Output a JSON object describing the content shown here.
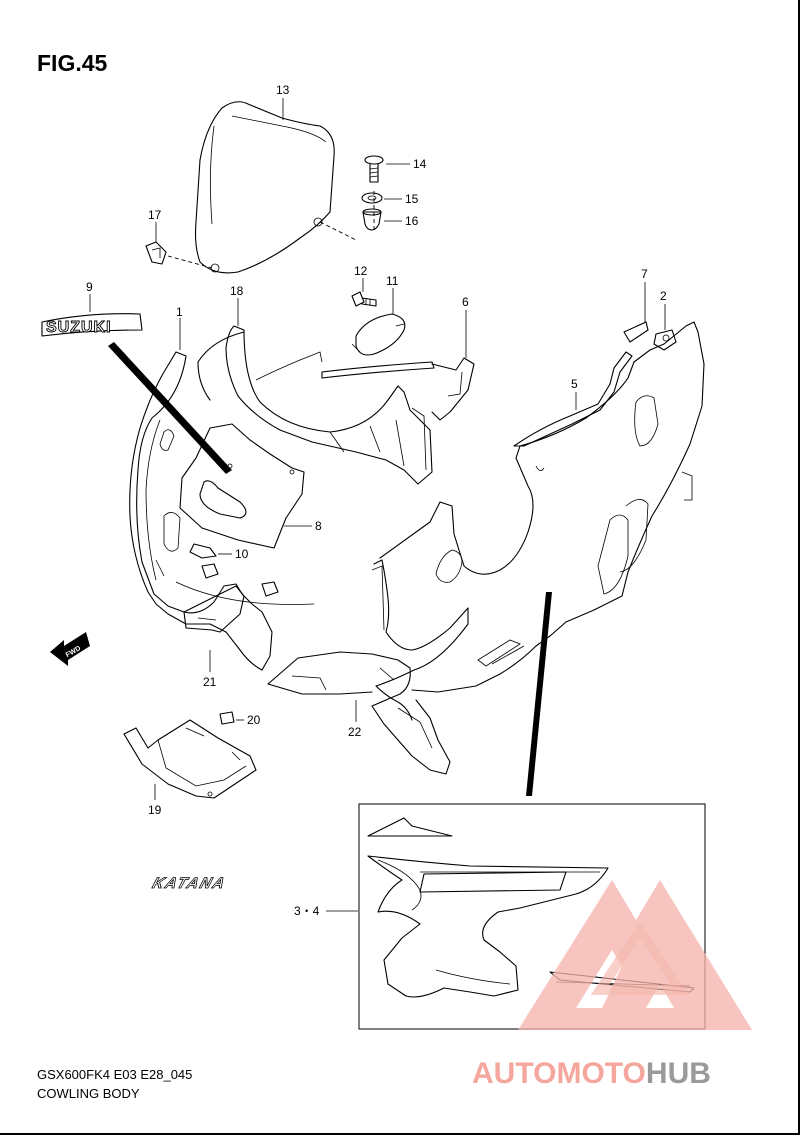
{
  "figure": {
    "title": "FIG.45"
  },
  "footer": {
    "model_code": "GSX600FK4 E03 E28_045",
    "section_name": "COWLING BODY"
  },
  "brand_emblem": "SUZUKI",
  "decal_text": "KATANA",
  "fwd_label": "FWD",
  "watermark": {
    "part1": "AUTOMOTO",
    "part2": "HUB",
    "color_primary": "#f4a29a",
    "color_secondary": "#9e9e9e"
  },
  "callouts": {
    "c1": "1",
    "c2": "2",
    "c34": "3・4",
    "c5": "5",
    "c6": "6",
    "c7": "7",
    "c8": "8",
    "c9": "9",
    "c10": "10",
    "c11": "11",
    "c12": "12",
    "c13": "13",
    "c14": "14",
    "c15": "15",
    "c16": "16",
    "c17": "17",
    "c18": "18",
    "c19": "19",
    "c20": "20",
    "c21": "21",
    "c22": "22"
  }
}
